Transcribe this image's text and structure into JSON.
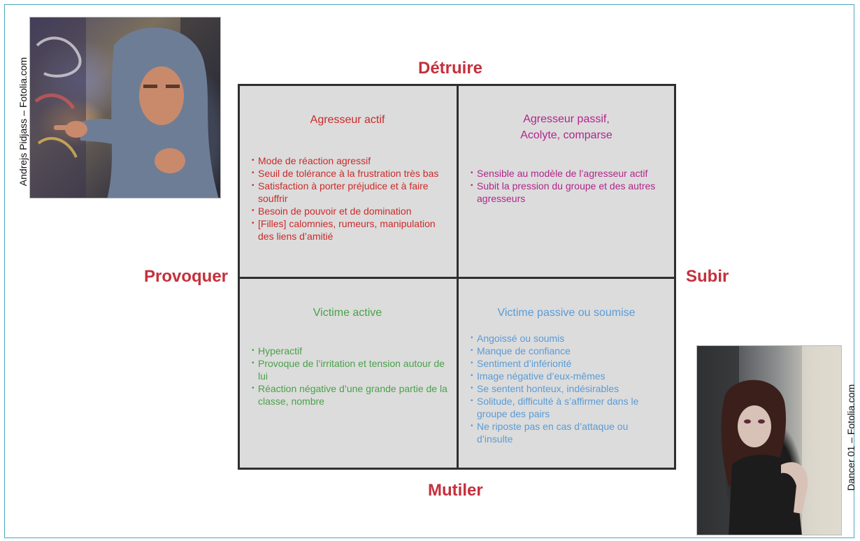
{
  "credits": {
    "top_photo": "Andrejs Pidjass – Fotolia.com",
    "bottom_photo": "Dancer 01 – Fotolia.com"
  },
  "photos": {
    "top": "photo of hooded young man pointing (aggressor)",
    "bottom": "photo of distressed young woman crouching (victim)"
  },
  "axes": {
    "top": "Détruire",
    "bottom": "Mutiler",
    "left": "Provoquer",
    "right": "Subir"
  },
  "colors": {
    "axis": "#c5303c",
    "aggressor_active": "#cc2a2a",
    "aggressor_passive": "#b1258c",
    "victim_active": "#4aa14a",
    "victim_passive": "#5a9bd6",
    "grid_bg": "#dcdcdc",
    "grid_border": "#2f2f2f"
  },
  "quadrants": {
    "top_left": {
      "title": "Agresseur actif",
      "items": [
        "Mode de réaction agressif",
        "Seuil de tolérance à la frustration très bas",
        "Satisfaction à porter préjudice et à faire souffrir",
        "Besoin de pouvoir et de domination",
        "[Filles] calomnies, rumeurs, manipulation des liens d’amitié"
      ]
    },
    "top_right": {
      "title_line1": "Agresseur passif,",
      "title_line2": "Acolyte, comparse",
      "items": [
        "Sensible au modèle de l’agresseur actif",
        "Subit la pression du groupe et des autres agresseurs"
      ]
    },
    "bottom_left": {
      "title": "Victime active",
      "items": [
        "Hyperactif",
        "Provoque de l’irritation et tension autour de lui",
        "Réaction négative d’une grande partie de la classe, nombre"
      ]
    },
    "bottom_right": {
      "title": "Victime passive ou soumise",
      "items": [
        "Angoissé ou soumis",
        "Manque de confiance",
        "Sentiment d’infériorité",
        "Image négative d’eux-mêmes",
        "Se sentent honteux, indésirables",
        "Solitude, difficulté à s’affirmer dans le groupe des pairs",
        "Ne riposte pas en cas d’attaque ou d’insulte"
      ]
    }
  }
}
